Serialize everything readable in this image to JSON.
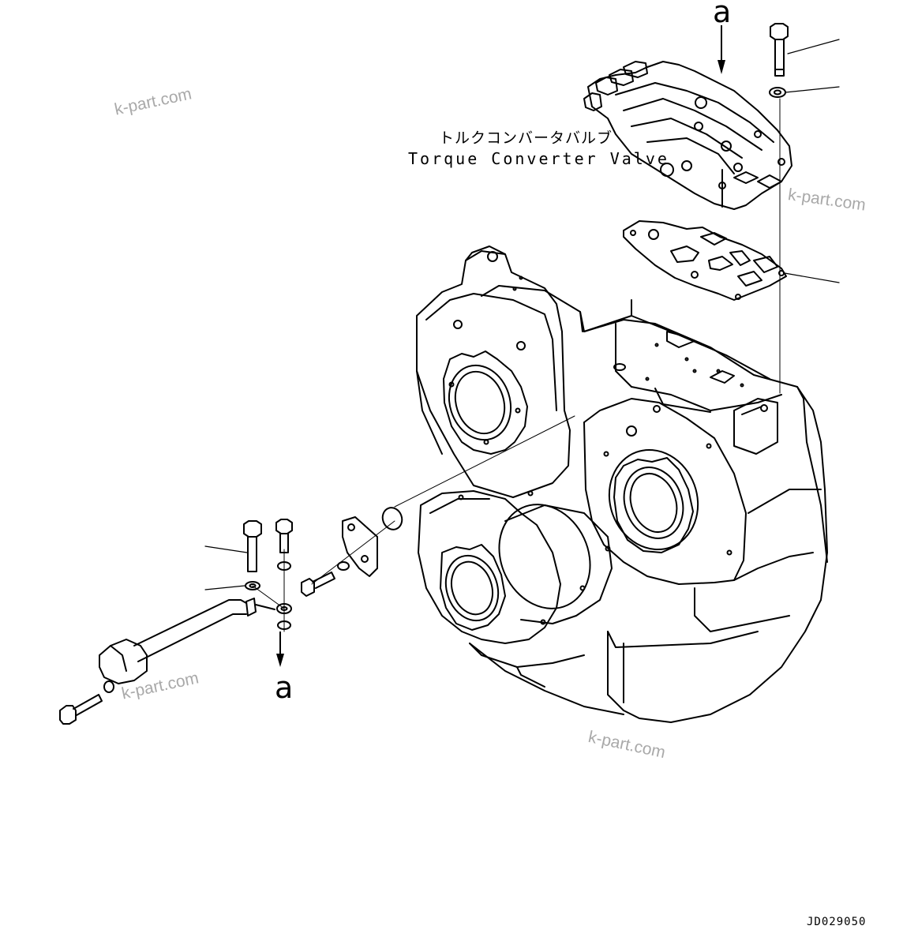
{
  "labels": {
    "component_jp": "トルクコンバータバルブ",
    "component_en": "Torque Converter Valve",
    "view_marker_top": "a",
    "view_marker_bottom": "a",
    "drawing_code": "JD029050"
  },
  "watermarks": [
    "k-part.com",
    "k-part.com",
    "k-part.com",
    "k-part.com"
  ],
  "icons": [
    "torque-converter-valve-drawing",
    "gasket-drawing",
    "transmission-case-drawing",
    "bolt-drawing",
    "washer-drawing",
    "o-ring-drawing",
    "tube-drawing",
    "flange-drawing",
    "arrow-down-icon"
  ],
  "colors": {
    "line": "#000000",
    "watermark": "#a9a9a9",
    "background": "#ffffff"
  }
}
